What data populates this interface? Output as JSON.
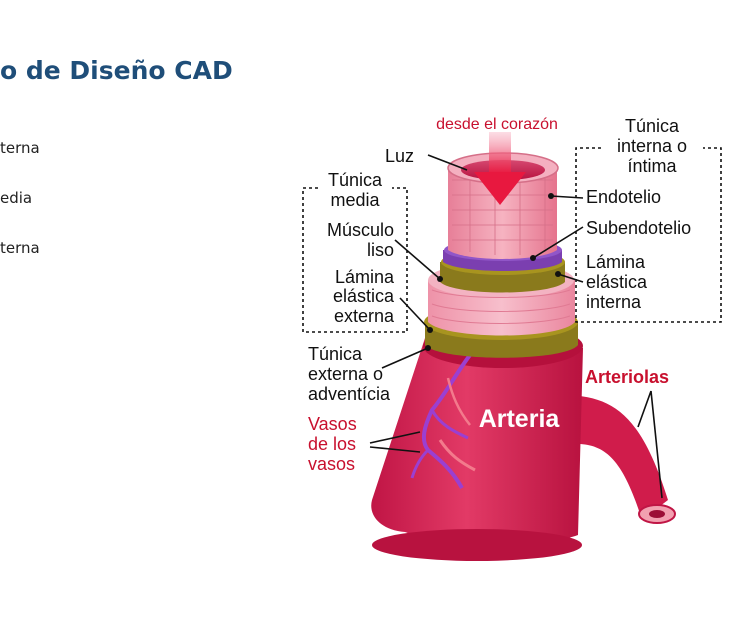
{
  "slide": {
    "title": "o de Diseño CAD",
    "bullets": [
      "terna",
      "edia",
      "terna"
    ]
  },
  "diagram": {
    "top_label": "desde el corazón",
    "luz": "Luz",
    "tunica_media": [
      "Túnica",
      "media"
    ],
    "musculo_liso": [
      "Músculo",
      "liso"
    ],
    "lamina_externa": [
      "Lámina",
      "elástica",
      "externa"
    ],
    "tunica_externa": [
      "Túnica",
      "externa o",
      "adventícia"
    ],
    "vasos": [
      "Vasos",
      "de los",
      "vasos"
    ],
    "tunica_interna": [
      "Túnica",
      "interna o",
      "íntima"
    ],
    "endotelio": "Endotelio",
    "subendotelio": "Subendotelio",
    "lamina_interna": [
      "Lámina",
      "elástica",
      "interna"
    ],
    "arteriolas": "Arteriolas",
    "arteria": "Arteria"
  },
  "colors": {
    "title": "#1f4e79",
    "label_red": "#c8102e",
    "artery": "#d21f4f",
    "intima": "#f2a0b0",
    "elastic": "#8a7a1c",
    "subendothelium": "#7b3fb0"
  }
}
